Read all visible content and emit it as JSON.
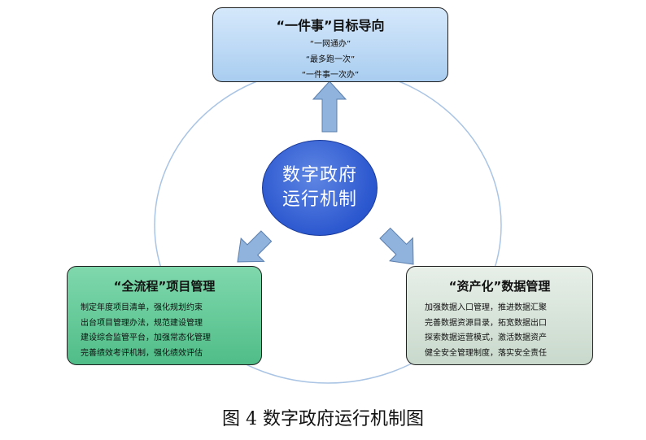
{
  "center": {
    "line1": "数字政府",
    "line2": "运行机制"
  },
  "top_box": {
    "title": "“一件事”目标导向",
    "items": [
      "“一网通办”",
      "“最多跑一次”",
      "“一件事一次办”"
    ]
  },
  "left_box": {
    "title": "“全流程”项目管理",
    "items": [
      "制定年度项目清单，强化规划约束",
      "出台项目管理办法，规范建设管理",
      "建设综合监管平台，加强常态化管理",
      "完善绩效考评机制，强化绩效评估"
    ]
  },
  "right_box": {
    "title": "“资产化”数据管理",
    "items": [
      "加强数据入口管理，推进数据汇聚",
      "完善数据资源目录，拓宽数据出口",
      "探索数据运营模式，激活数据资产",
      "健全安全管理制度，落实安全责任"
    ]
  },
  "caption": "图 4  数字政府运行机制图",
  "colors": {
    "top_box": "#b9d8f4",
    "left_box": "#5fc896",
    "right_box": "#d7e4d9",
    "center": "#2f5bd3",
    "arrow": "#8fb3dc"
  }
}
